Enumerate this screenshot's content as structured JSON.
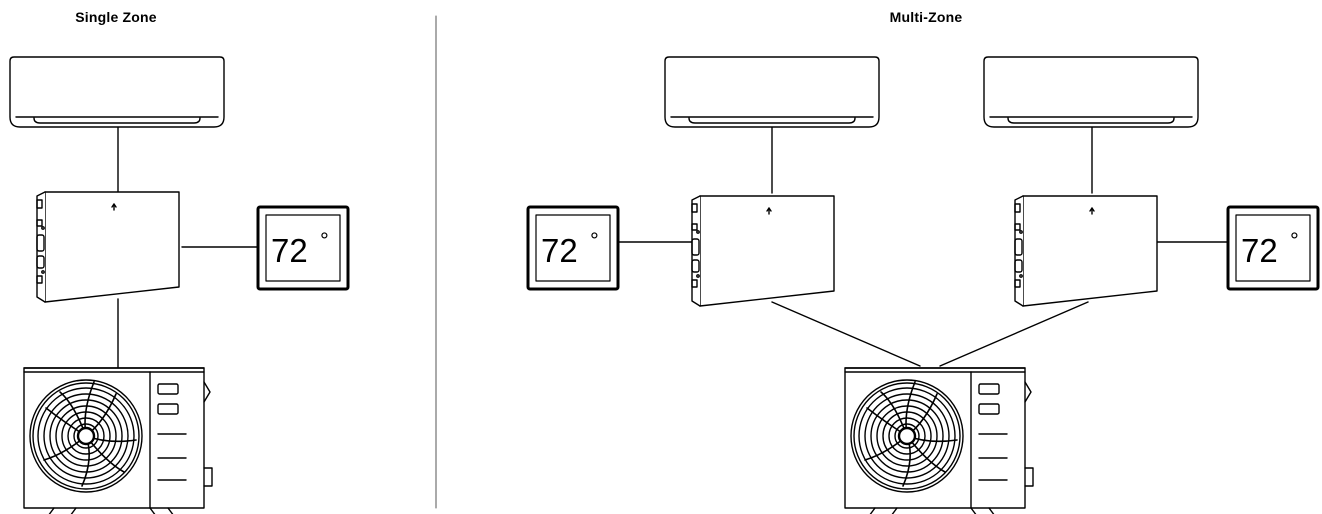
{
  "sections": {
    "single": {
      "title": "Single Zone"
    },
    "multi": {
      "title": "Multi-Zone"
    }
  },
  "thermostat": {
    "temperature": "72",
    "degree_symbol": "°"
  },
  "colors": {
    "line": "#000000",
    "background": "#ffffff",
    "divider": "#555555"
  },
  "components": [
    "wall-mounted-indoor-unit",
    "control-module",
    "thermostat",
    "outdoor-condenser-unit"
  ]
}
